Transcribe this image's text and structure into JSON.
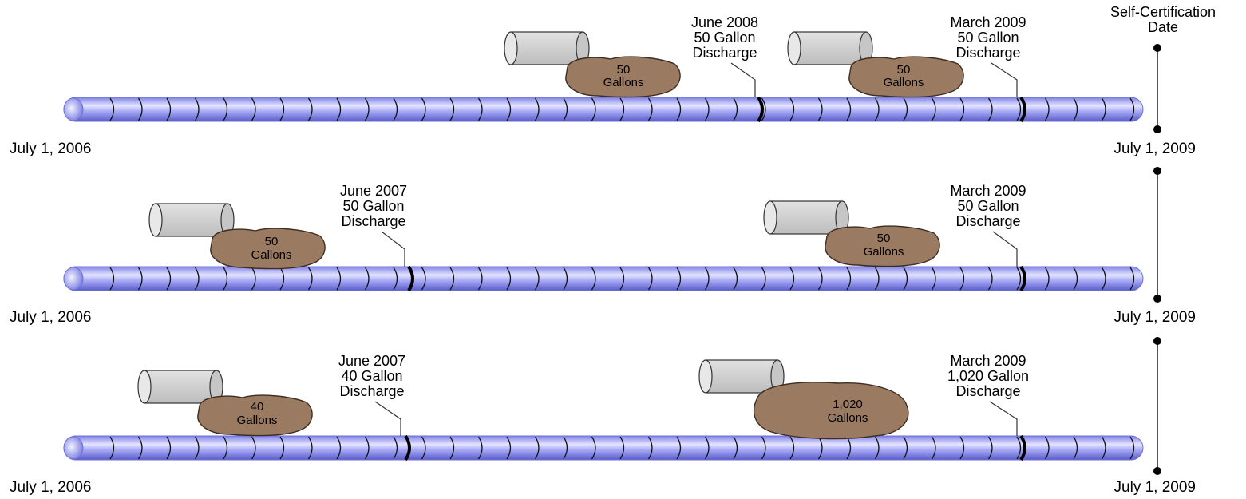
{
  "self_cert_label": [
    "Self-Certification",
    "Date"
  ],
  "timelines": [
    {
      "start_label": "July 1, 2006",
      "end_label": "July 1, 2009",
      "events": [
        {
          "callout": [
            "June 2008",
            "50 Gallon",
            "Discharge"
          ],
          "spill": [
            "50",
            "Gallons"
          ],
          "size": "small"
        },
        {
          "callout": [
            "March 2009",
            "50 Gallon",
            "Discharge"
          ],
          "spill": [
            "50",
            "Gallons"
          ],
          "size": "small"
        }
      ]
    },
    {
      "start_label": "July 1, 2006",
      "end_label": "July 1, 2009",
      "events": [
        {
          "callout": [
            "June 2007",
            "50 Gallon",
            "Discharge"
          ],
          "spill": [
            "50",
            "Gallons"
          ],
          "size": "small"
        },
        {
          "callout": [
            "March 2009",
            "50 Gallon",
            "Discharge"
          ],
          "spill": [
            "50",
            "Gallons"
          ],
          "size": "small"
        }
      ]
    },
    {
      "start_label": "July 1, 2006",
      "end_label": "July 1, 2009",
      "events": [
        {
          "callout": [
            "June 2007",
            "40 Gallon",
            "Discharge"
          ],
          "spill": [
            "40",
            "Gallons"
          ],
          "size": "small"
        },
        {
          "callout": [
            "March 2009",
            "1,020 Gallon",
            "Discharge"
          ],
          "spill": [
            "1,020",
            "Gallons"
          ],
          "size": "large"
        }
      ]
    }
  ],
  "colors": {
    "pipe": "#9a9cf3",
    "pipe_highlight": "#e2e2ff",
    "spill": "#9a7b62",
    "barrel": "#d0d0d0"
  }
}
